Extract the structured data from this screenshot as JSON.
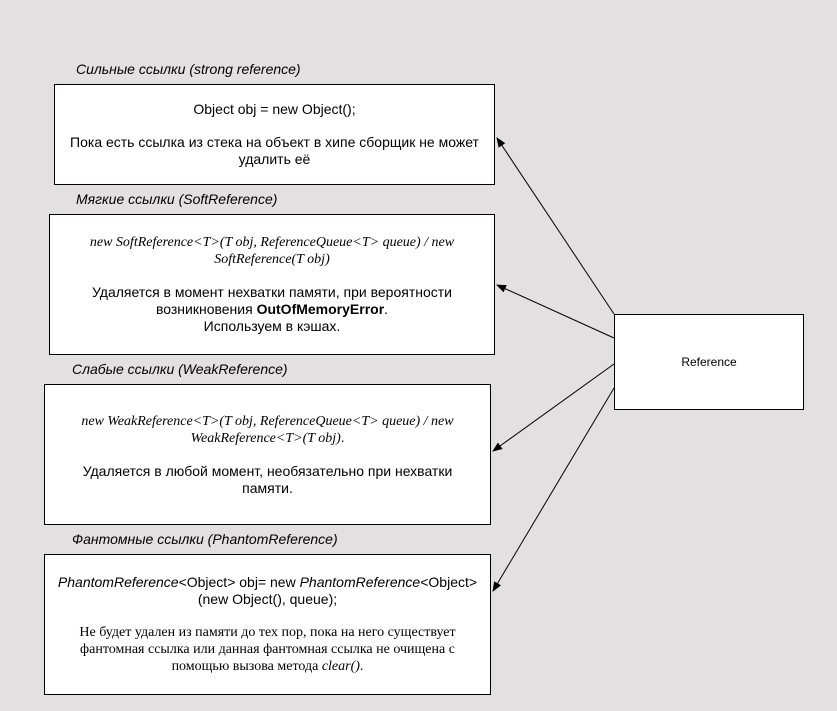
{
  "colors": {
    "background": "#e2e0e0",
    "box": "#ffffff",
    "stroke": "#000000"
  },
  "reference": {
    "label": "Reference"
  },
  "strong": {
    "title": "Сильные ссылки (strong reference)",
    "code": "Object obj = new Object();",
    "desc": "Пока есть ссылка из стека на объект в хипе сборщик не может удалить её"
  },
  "soft": {
    "title": "Мягкие ссылки (SoftReference)",
    "code": "new SoftReference<T>(T obj, ReferenceQueue<T> queue) / new SoftReference(T obj)",
    "desc_prefix": "Удаляется в момент нехватки памяти, при вероятности возникновения ",
    "desc_bold": "OutOfMemoryError",
    "desc_suffix": ".",
    "desc2": "Используем в кэшах."
  },
  "weak": {
    "title": "Слабые ссылки (WeakReference)",
    "code": "new WeakReference<T>(T obj, ReferenceQueue<T> queue) / new WeakReference<T>(T obj)",
    "code_end": ".",
    "desc": "Удаляется в любой момент, необязательно при нехватки памяти."
  },
  "phantom": {
    "title": "Фантомные ссылки (PhantomReference)",
    "code_cls1": "PhantomReference",
    "code_mid1": "<Object> obj= new ",
    "code_cls2": "PhantomReference",
    "code_mid2": "<Object>",
    "code_line2": "(new Object(), queue);",
    "desc": "Не будет удален из памяти до тех пор, пока на него существует фантомная ссылка или данная фантомная ссылка не очищена с помощью вызова метода ",
    "desc_method": "clear()",
    "desc_end": "."
  }
}
